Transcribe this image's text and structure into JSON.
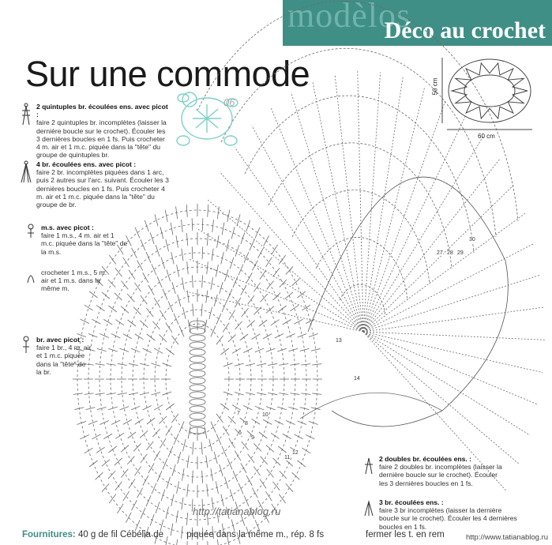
{
  "header": {
    "section": "modèlos",
    "title": "Déco au crochet"
  },
  "headline": "Sur une commode",
  "page_number": "06",
  "legend_left": [
    {
      "title": "2 quintuples br. écoulées ens. avec picot :",
      "desc": "faire 2 quintuples br. incomplètes (laisser la dernière boucle sur le crochet). Écouler les 3 dernières boucles en 1 fs. Puis crocheter 4 m. air et 1 m.c. piquée dans la \"tête\" du groupe de quintuples br.",
      "icon": "double-quintuple-stitch-icon"
    },
    {
      "title": "4 br. écoulées ens. avec picot :",
      "desc": "faire 2 br. incomplètes piquées dans 1 arc, puis 2 autres sur l'arc. suivant. Écouler les 3 dernières boucles en 1 fs. Puis crocheter 4 m. air et 1 m.c. piquée dans la \"tête\" du groupe de br.",
      "icon": "four-treble-cluster-icon"
    },
    {
      "title": "m.s. avec picot :",
      "desc": "faire 1 m.s., 4 m. air et 1 m.c. piquée dans la \"tête\" de la m.s.",
      "icon": "single-crochet-picot-icon"
    },
    {
      "title": "",
      "desc": "crocheter 1 m.s., 5 m. air et 1 m.s. dans la même m.",
      "icon": "chain-loop-icon"
    },
    {
      "title": "br. avec picot :",
      "desc": "faire 1 br., 4 m. air et 1 m.c. piquée dans la \"tête\" de la br.",
      "icon": "treble-picot-icon"
    }
  ],
  "legend_right": [
    {
      "title": "2 doubles br. écoulées ens. :",
      "desc": "faire 2 doubles br. incomplètes (laisser la dernière boucle sur le crochet). Écouler les 3 dernières boucles en 1 fs.",
      "icon": "double-treble-cluster-icon"
    },
    {
      "title": "3 br. écoulées ens. :",
      "desc": "faire 3 br incomplètes (laisser la dernière boucle sur le crochet). Écouler les 4 dernières boucles en 1 fs.",
      "icon": "three-treble-cluster-icon"
    }
  ],
  "dimensions": {
    "height": "50 cm",
    "width": "60 cm"
  },
  "round_numbers": [
    "13",
    "14",
    "12",
    "11",
    "9",
    "10",
    "8",
    "7",
    "6",
    "27",
    "28",
    "29",
    "30"
  ],
  "footer": {
    "label": "Fournitures:",
    "text": "40 g de fil Cébélia de",
    "text_b": "piquée dans la même m., rép. 8 fs",
    "text_c": "fermer les t. en rem",
    "watermark": "http://tatianablog.ru",
    "watermark2": "http://www.tatianablog.ru"
  },
  "colors": {
    "banner": "#3f8f86",
    "turtle": "#7fd0c8"
  }
}
